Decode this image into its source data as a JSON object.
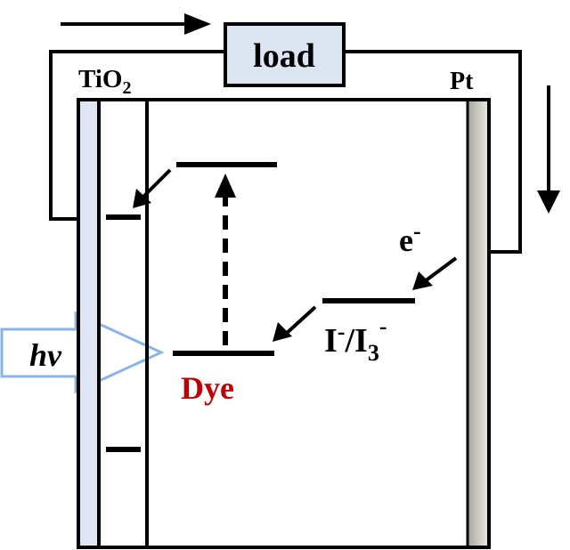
{
  "diagram": {
    "load_label": "load",
    "tio2_label": "TiO",
    "tio2_sub": "2",
    "pt_label": "Pt",
    "dye_label": "Dye",
    "electron_label": "e",
    "electron_sup": "-",
    "redox_i": "I",
    "redox_sup1": "-",
    "redox_slash": "/I",
    "redox_sub": "3",
    "redox_sup2": "-",
    "light_label": "hv",
    "colors": {
      "dye": "#c00000",
      "light": "#8ab4e8",
      "electrode_strip": "#dfe6f3",
      "load_fill": "#dde5f2"
    }
  }
}
